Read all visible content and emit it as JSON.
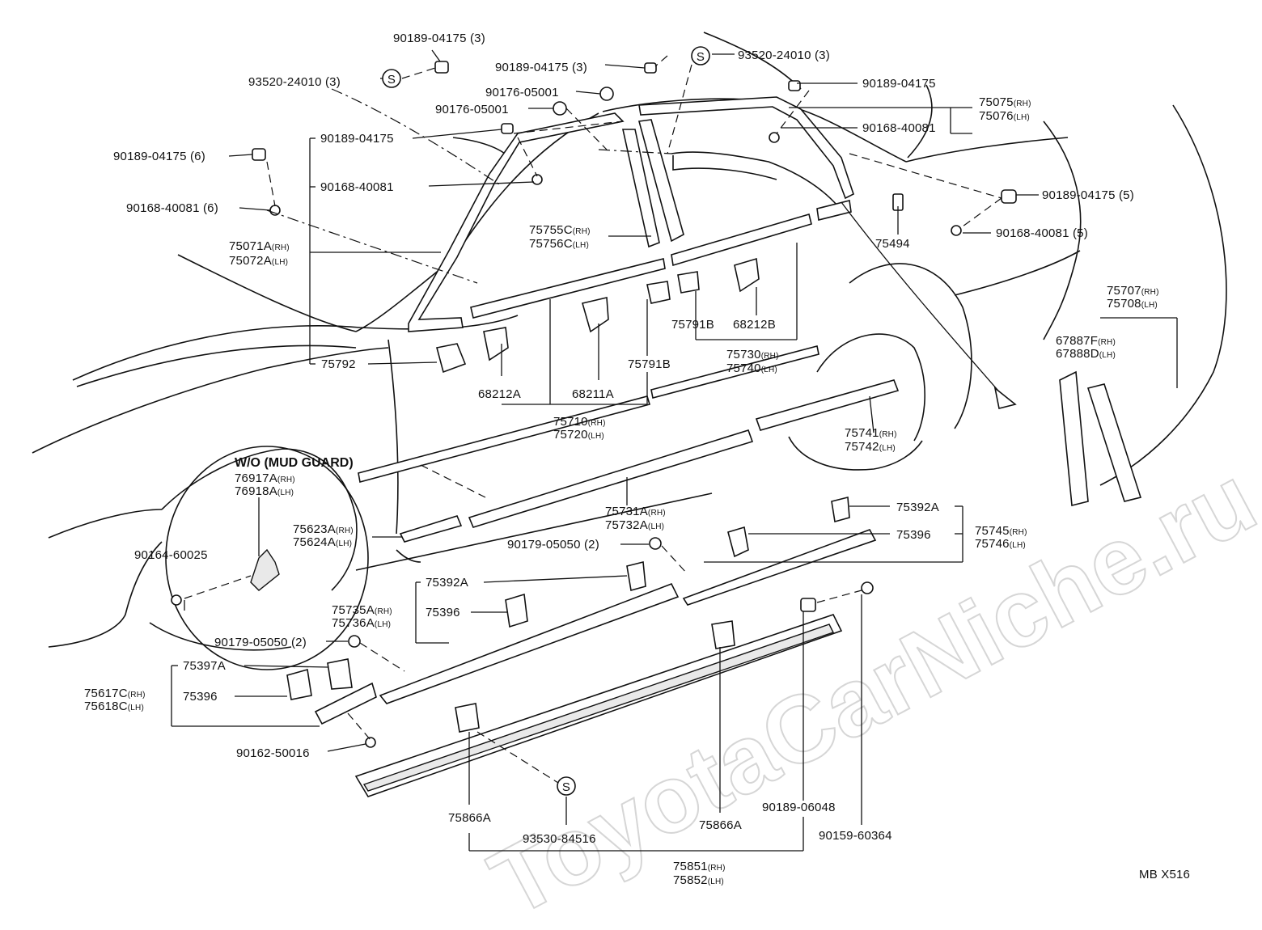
{
  "watermark": "ToyotaCarNiche.ru",
  "diagram_code": "MB X516",
  "note_mud_guard": "W/O (MUD GUARD)",
  "labels": {
    "l01": "90189-04175 (3)",
    "l02": "93520-24010 (3)",
    "l03": "90189-04175 (3)",
    "l04": "93520-24010 (3)",
    "l05": "90176-05001",
    "l06": "90176-05001",
    "l07": "90189-04175",
    "l08": "90189-04175 (6)",
    "l09": "90168-40081",
    "l10": "90168-40081 (6)",
    "l11a": "75071A",
    "l11b": "75072A",
    "l12": "75792",
    "l13": "90189-04175",
    "l14a": "75075",
    "l14b": "75076",
    "l15": "90168-40081",
    "l16": "90189-04175 (5)",
    "l17": "90168-40081 (5)",
    "l18": "75494",
    "l19a": "75755C",
    "l19b": "75756C",
    "l20": "75791B",
    "l21": "68212B",
    "l22a": "75730",
    "l22b": "75740",
    "l23": "75791B",
    "l24": "68212A",
    "l25": "68211A",
    "l26a": "75710",
    "l26b": "75720",
    "l27a": "75741",
    "l27b": "75742",
    "l28a": "75707",
    "l28b": "75708",
    "l29a": "67887F",
    "l29b": "67888D",
    "l30a": "76917A",
    "l30b": "76918A",
    "l31a": "75623A",
    "l31b": "75624A",
    "l32": "90164-60025",
    "l33a": "75731A",
    "l33b": "75732A",
    "l34": "75392A",
    "l35": "75396",
    "l36a": "75745",
    "l36b": "75746",
    "l37": "90179-05050 (2)",
    "l38": "75392A",
    "l39": "75396",
    "l40a": "75735A",
    "l40b": "75736A",
    "l41": "90179-05050 (2)",
    "l42": "75397A",
    "l43a": "75617C",
    "l43b": "75618C",
    "l44": "75396",
    "l45": "90162-50016",
    "l46": "75866A",
    "l47": "93530-84516",
    "l48": "75866A",
    "l49": "90189-06048",
    "l50": "90159-60364",
    "l51a": "75851",
    "l51b": "75852"
  },
  "side": {
    "rh": "(RH)",
    "lh": "(LH)"
  },
  "symbol_s": "S"
}
